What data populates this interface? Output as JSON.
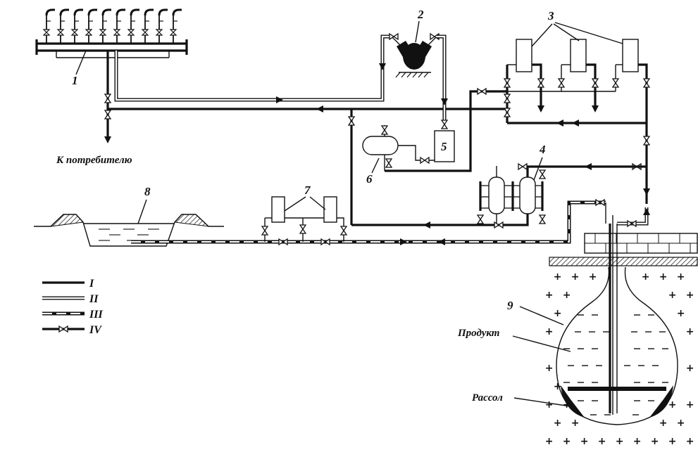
{
  "labels": {
    "n1": "1",
    "n2": "2",
    "n3": "3",
    "n4": "4",
    "n5": "5",
    "n6": "6",
    "n7": "7",
    "n8": "8",
    "n9": "9",
    "consumer": "К потребителю",
    "product": "Продукт",
    "brine": "Рассол"
  },
  "legend": [
    {
      "code": "I",
      "style": "solid"
    },
    {
      "code": "II",
      "style": "double"
    },
    {
      "code": "III",
      "style": "dashed"
    },
    {
      "code": "IV",
      "style": "valve"
    }
  ],
  "colors": {
    "ink": "#111111",
    "paper": "#ffffff",
    "tank_fill": "#9a9a9a",
    "tank_dark": "#3a3a3a"
  }
}
